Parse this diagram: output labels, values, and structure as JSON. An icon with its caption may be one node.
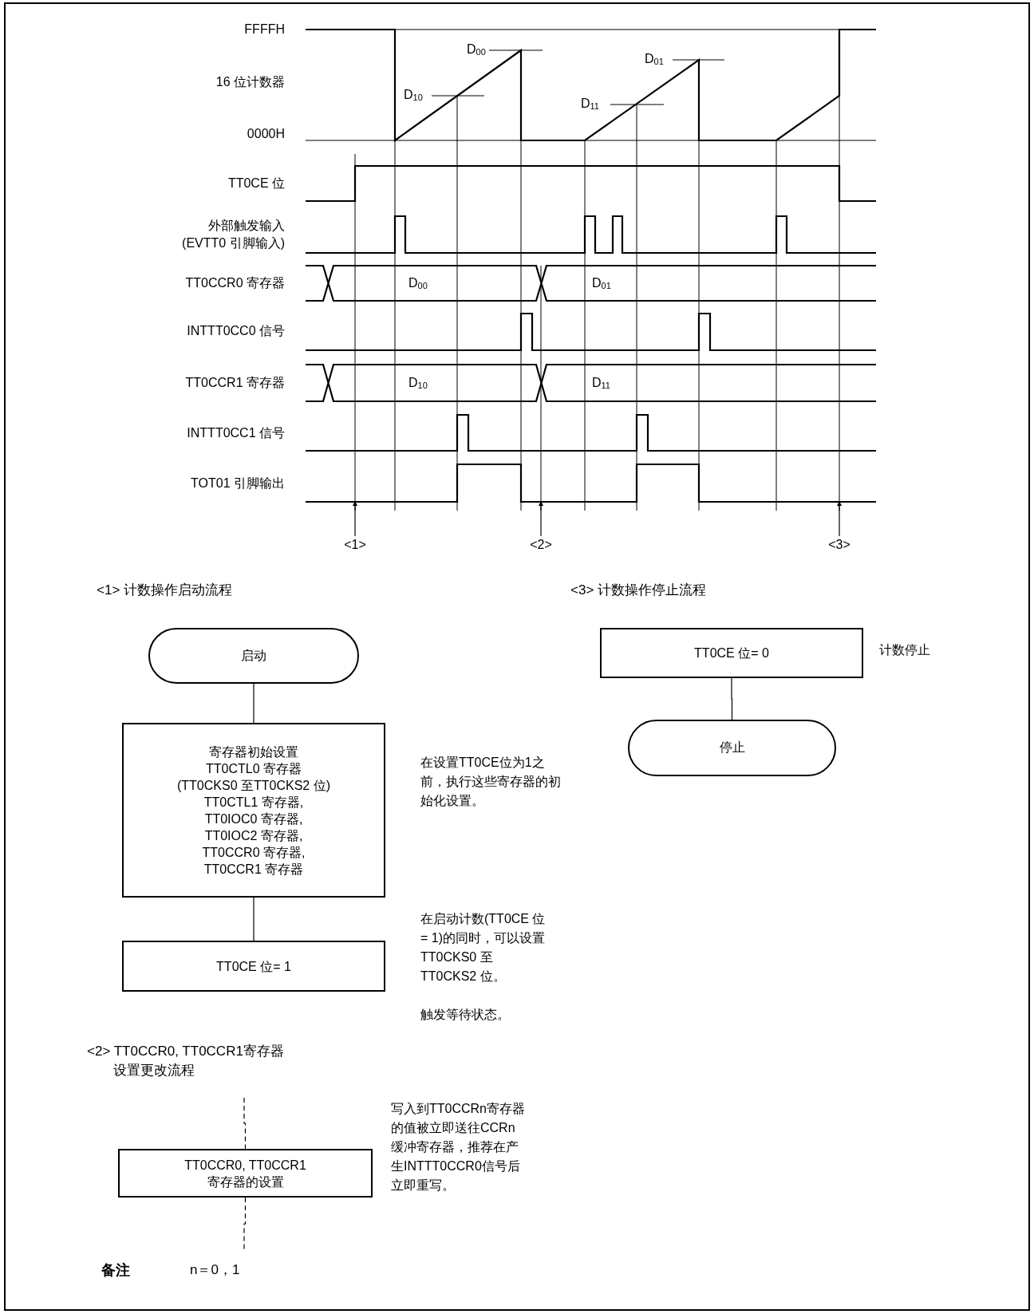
{
  "diagram": {
    "nodes": [
      {
        "text": [
          "<1>"
        ]
      },
      {
        "text": [
          "<2>"
        ]
      },
      {
        "text": [
          "<3>"
        ]
      },
      {
        "text": [
          "启动"
        ]
      },
      {
        "text": [
          "寄存器初始设置",
          "TT0CTL0 寄存器",
          "(TT0CKS0 至TT0CKS2 位)",
          "TT0CTL1 寄存器,",
          "TT0IOC0 寄存器,",
          "TT0IOC2 寄存器,",
          "TT0CCR0 寄存器,",
          "TT0CCR1 寄存器"
        ],
        "beside": [
          "在设置TT0CE位为1之前，执行这些寄存器的初始化设置。"
        ]
      },
      {
        "text": [
          "TT0CE 位= 1"
        ],
        "beside": [
          "在启动计数(TT0CE 位= 1)的同时，可以设置TT0CKS0 至TT0CKS2 位。",
          "触发等待状态。"
        ]
      },
      {
        "text": [
          "TT0CE 位= 0"
        ],
        "beside": [
          "计数停止"
        ]
      },
      {
        "text": [
          "停止"
        ]
      },
      {
        "text": [
          "TT0CCR0, TT0CCR1 寄存器的设置"
        ],
        "beside": [
          "写入到TT0CCRn寄存器的值被立即送往CCRn缓冲寄存器，推荐在产生INTTT0CCR0信号后立即重写。"
        ]
      }
    ],
    "edges": [
      {
        "from": 0,
        "to": null,
        "arrow": "to"
      },
      {
        "from": 1,
        "to": null,
        "arrow": "to"
      },
      {
        "from": 2,
        "to": null,
        "arrow": "to"
      },
      {
        "from": 3,
        "to": 4,
        "arrow": "none"
      },
      {
        "from": 4,
        "to": 5,
        "arrow": "none"
      },
      {
        "from": 6,
        "to": 7,
        "arrow": "none"
      },
      {
        "from": null,
        "to": 8,
        "arrow": "none",
        "style": "dashed"
      },
      {
        "from": 8,
        "to": null,
        "arrow": "none",
        "style": "dashed"
      }
    ],
    "labels": [
      "FFFFH",
      "D$_{00}$",
      "D$_{01}$",
      "16 位计数器",
      "D$_{10}$",
      "D$_{11}$",
      "0000H",
      "TT0CE 位",
      "外部触发输入 (EVTT0 引脚输入)",
      "TT0CCR0 寄存器",
      "D$_{00}$",
      "D$_{01}$",
      "INTTT0CC0 信号",
      "TT0CCR1 寄存器",
      "D$_{10}$",
      "D$_{11}$",
      "INTTT0CC1 信号",
      "TOT01 引脚输出",
      "<1> 计数操作启动流程",
      "<3> 计数操作停止流程",
      "<2> TT0CCR0, TT0CCR1寄存器设置更改流程",
      "备注",
      "n＝0，1"
    ]
  }
}
